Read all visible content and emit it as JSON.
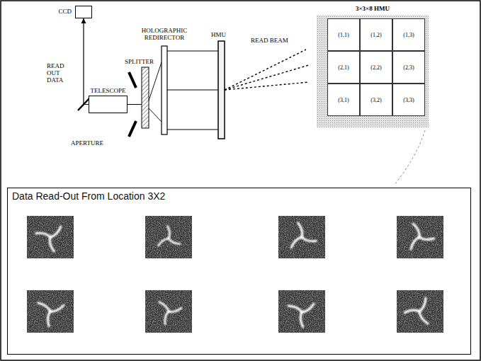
{
  "diagram": {
    "nodes": [
      {
        "text": [
          "CCD"
        ]
      },
      {
        "text": [
          "TELESCOPE"
        ]
      },
      {
        "text": [
          "3×3×8 HMU"
        ]
      },
      {
        "text": [
          "(1,1)"
        ],
        "in": 2
      },
      {
        "text": [
          "(1,2)"
        ],
        "in": 2
      },
      {
        "text": [
          "(1,3)"
        ],
        "in": 2
      },
      {
        "text": [
          "(2,1)"
        ],
        "in": 2
      },
      {
        "text": [
          "(2,2)"
        ],
        "in": 2
      },
      {
        "text": [
          "(2,3)"
        ],
        "in": 2
      },
      {
        "text": [
          "(3,1)"
        ],
        "in": 2
      },
      {
        "text": [
          "(3,2)"
        ],
        "in": 2
      },
      {
        "text": [
          "(3,3)"
        ],
        "in": 2
      },
      {
        "text": [
          "Data Read-Out From Location 3X2"
        ]
      }
    ],
    "edges": [
      {
        "from": 1,
        "to": 0,
        "arrow": "to"
      }
    ],
    "labels": [
      "READ OUT DATA",
      "SPLITTER",
      "HOLOGRAPHIC REDIRECTOR",
      "HMU",
      "READ BEAM",
      "APERTURE"
    ]
  }
}
